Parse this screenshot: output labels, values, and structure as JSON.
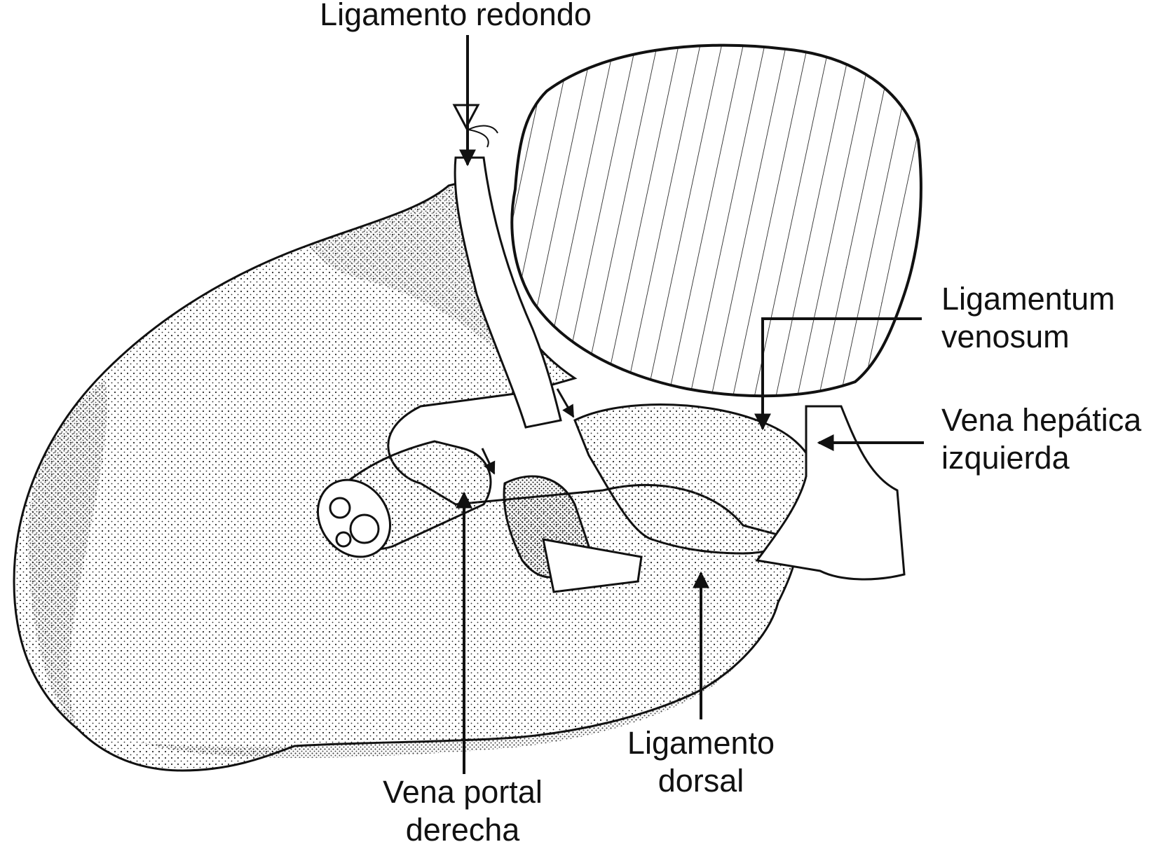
{
  "figure": {
    "colors": {
      "ink": "#111111",
      "background": "#ffffff",
      "stipple": "#2a2a2a"
    }
  },
  "labels": {
    "ligamento_redondo": "Ligamento redondo",
    "ligamentum_venosum_line1": "Ligamentum",
    "ligamentum_venosum_line2": "venosum",
    "vena_hepatica_line1": "Vena hepática",
    "vena_hepatica_line2": "izquierda",
    "vena_portal_line1": "Vena portal",
    "vena_portal_line2": "derecha",
    "ligamento_dorsal_line1": "Ligamento",
    "ligamento_dorsal_line2": "dorsal"
  }
}
